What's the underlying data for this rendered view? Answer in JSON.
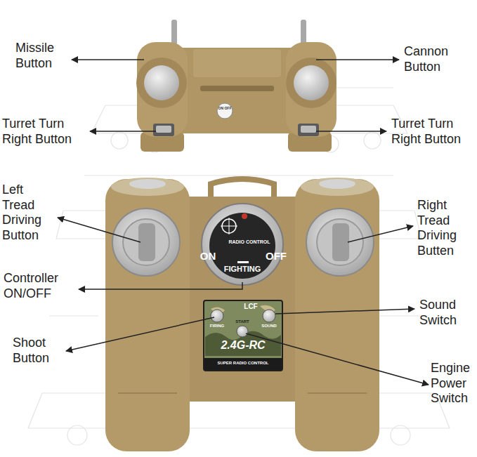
{
  "diagram": {
    "labels": [
      "Missile Button",
      "Cannon Button",
      "Turret Turn Right Button",
      "Turret Turn Right Button",
      "Left Tread Driving Button",
      "Right Tread Driving Butten",
      "Controller ON/OFF",
      "Sound Switch",
      "Shoot Button",
      "Engine Power Switch",
      "RADIO CONTROL",
      "ON",
      "OFF",
      "FIGHTING",
      "LCF",
      "START",
      "FIRING",
      "SOUND",
      "2.4G-RC",
      "SUPER RADIO CONTROL",
      "ON OFF"
    ]
  }
}
